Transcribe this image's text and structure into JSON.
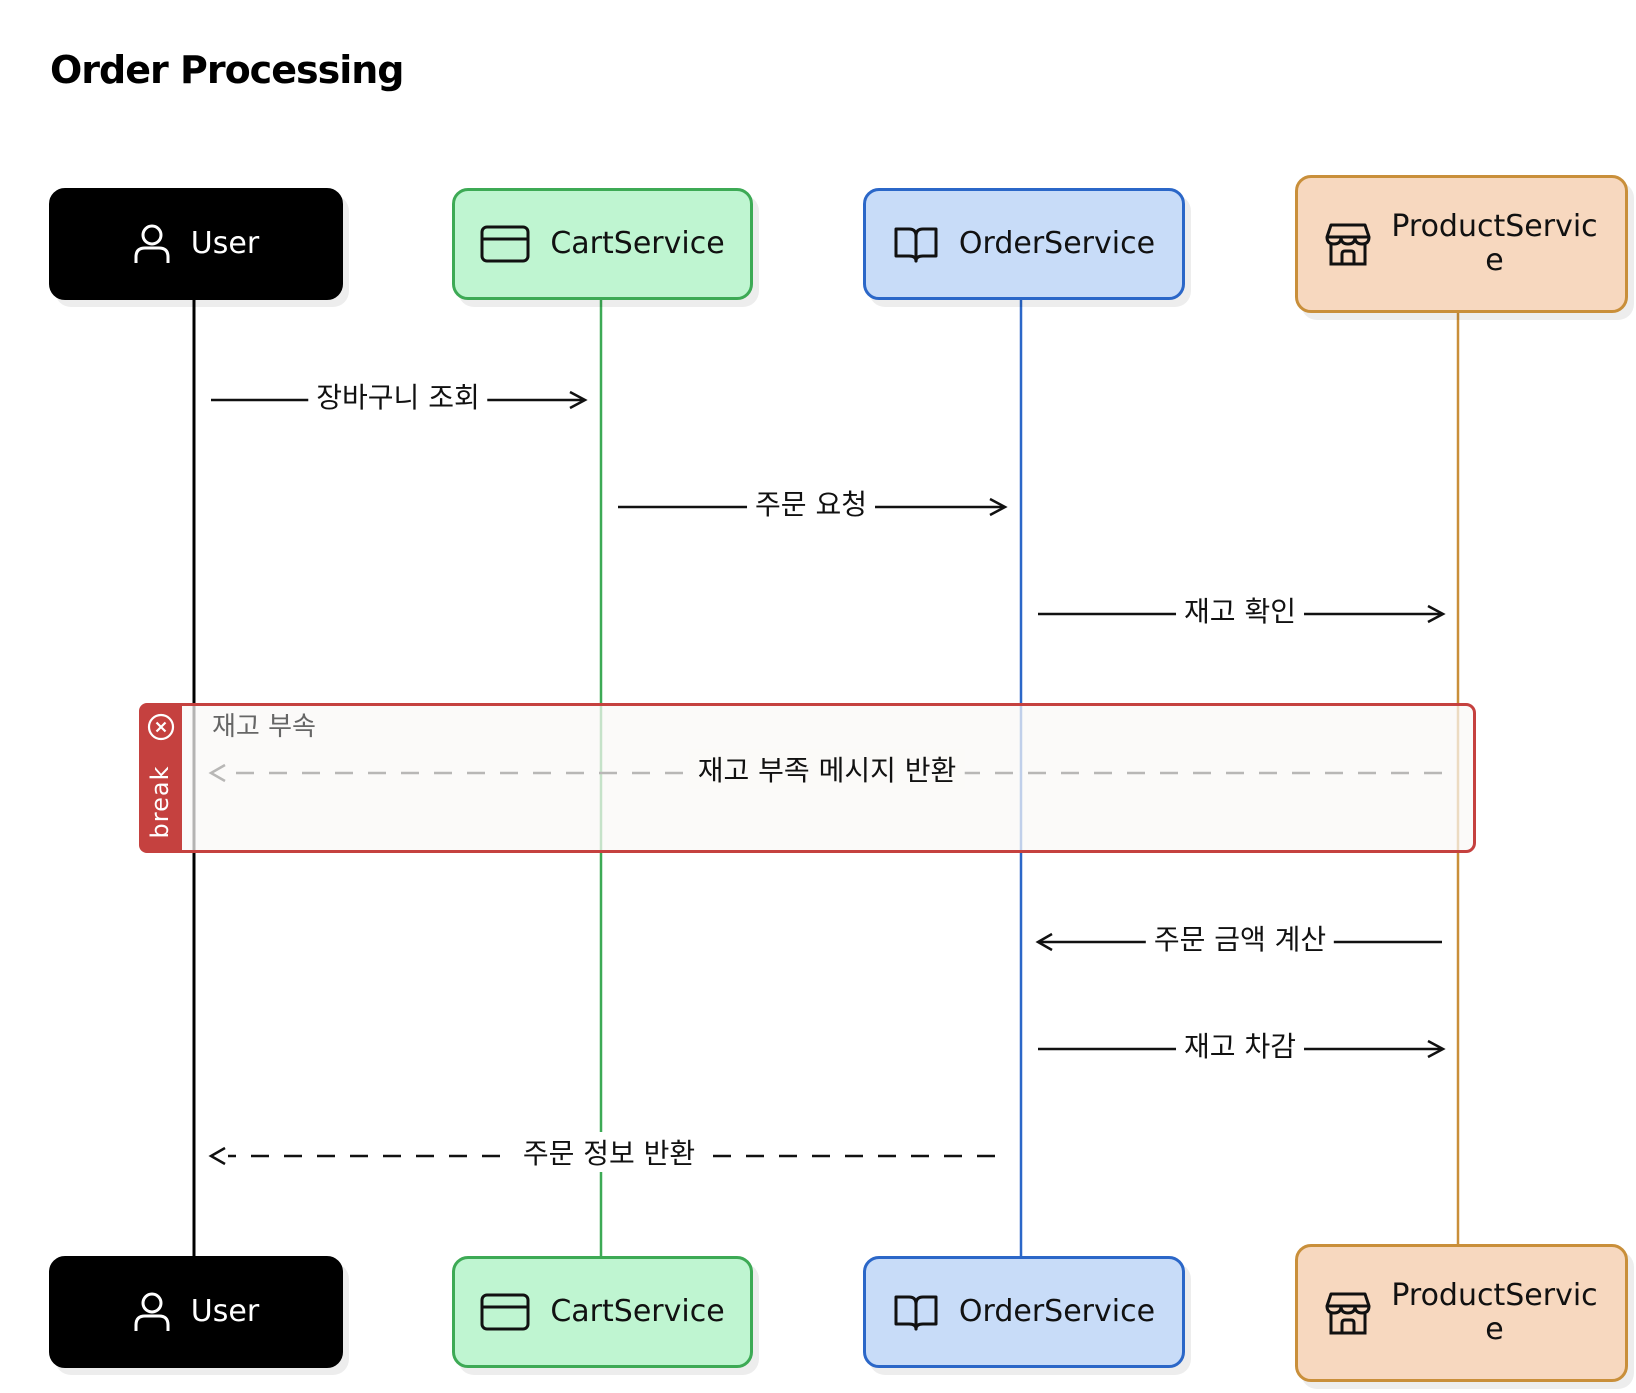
{
  "title": "Order Processing",
  "participants": [
    {
      "id": "user",
      "label": "User",
      "icon": "user-icon"
    },
    {
      "id": "cart",
      "label": "CartService",
      "icon": "card-icon"
    },
    {
      "id": "order",
      "label": "OrderService",
      "icon": "book-icon"
    },
    {
      "id": "product",
      "label": "ProductServic\ne",
      "icon": "store-icon"
    }
  ],
  "messages": [
    {
      "from": "user",
      "to": "cart",
      "label": "장바구니 조회",
      "style": "solid"
    },
    {
      "from": "cart",
      "to": "order",
      "label": "주문 요청",
      "style": "solid"
    },
    {
      "from": "order",
      "to": "product",
      "label": "재고 확인",
      "style": "solid"
    },
    {
      "from": "product",
      "to": "user",
      "label": "재고 부족 메시지 반환",
      "style": "dashed"
    },
    {
      "from": "product",
      "to": "order",
      "label": "주문 금액 계산",
      "style": "solid"
    },
    {
      "from": "order",
      "to": "product",
      "label": "재고 차감",
      "style": "solid"
    },
    {
      "from": "order",
      "to": "user",
      "label": "주문 정보 반환",
      "style": "dashed"
    }
  ],
  "fragment": {
    "type": "break",
    "condition": "재고 부속",
    "icon": "close-circle-icon"
  },
  "colors": {
    "user": "#000000",
    "cart_fill": "#bff5d1",
    "cart_stroke": "#3daa55",
    "order_fill": "#c8dcf8",
    "order_stroke": "#2b67c8",
    "product_fill": "#f7d8bf",
    "product_stroke": "#c98f3a",
    "break": "#c5413f"
  }
}
